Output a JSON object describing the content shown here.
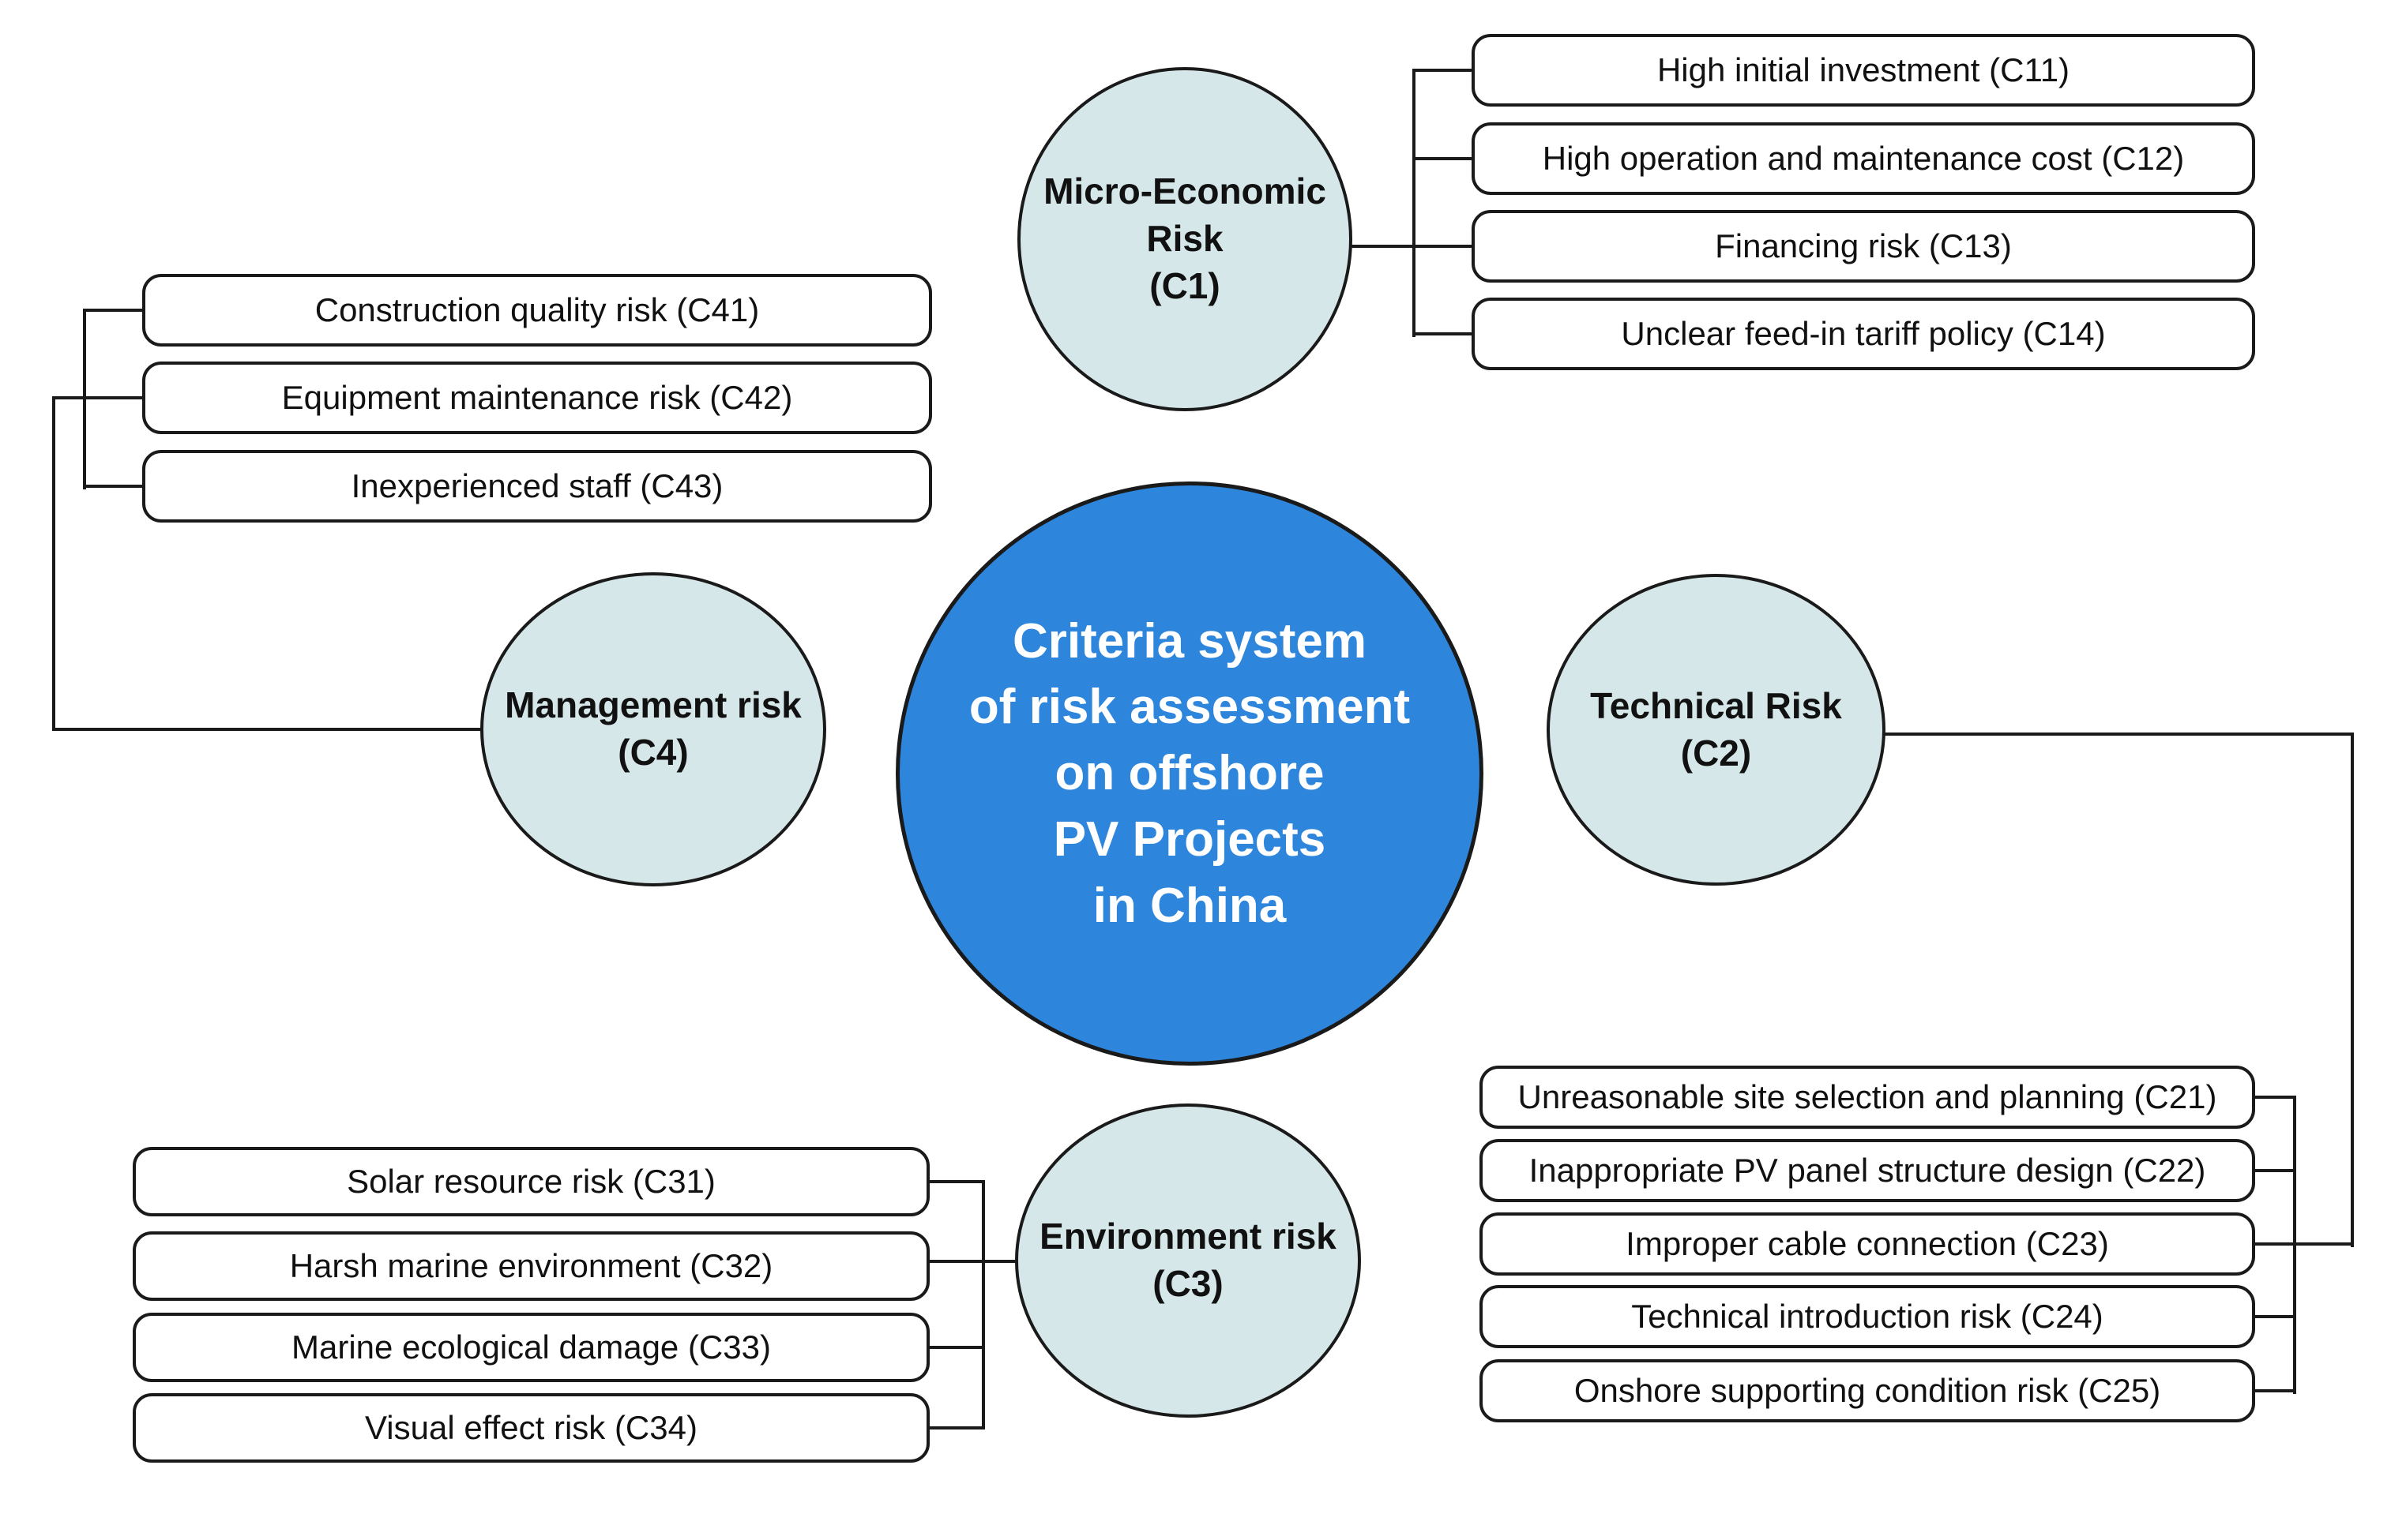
{
  "title": "Criteria system of risk assessment on offshore PV Projects in China",
  "colors": {
    "bg": "#ffffff",
    "center_fill": "#2e86dc",
    "center_text": "#ffffff",
    "node_fill": "#d6e7e9",
    "box_fill": "#ffffff",
    "line_color": "#1a1a1a",
    "text_color": "#111111"
  },
  "center": {
    "lines": [
      "Criteria system",
      "of risk assessment",
      "on offshore",
      "PV Projects",
      "in China"
    ]
  },
  "categories": {
    "c1": {
      "name_lines": [
        "Micro-Economic",
        "Risk",
        "(C1)"
      ],
      "items": [
        {
          "label": "High initial investment (C11)"
        },
        {
          "label": "High operation and maintenance cost (C12)"
        },
        {
          "label": "Financing risk (C13)"
        },
        {
          "label": "Unclear feed-in tariff policy (C14)"
        }
      ]
    },
    "c2": {
      "name_lines": [
        "Technical Risk",
        "(C2)"
      ],
      "items": [
        {
          "label": "Unreasonable site selection and planning (C21)"
        },
        {
          "label": "Inappropriate PV panel structure design (C22)"
        },
        {
          "label": "Improper cable connection (C23)"
        },
        {
          "label": "Technical introduction risk (C24)"
        },
        {
          "label": "Onshore supporting condition risk (C25)"
        }
      ]
    },
    "c3": {
      "name_lines": [
        "Environment risk",
        "(C3)"
      ],
      "items": [
        {
          "label": "Solar resource risk (C31)"
        },
        {
          "label": "Harsh marine environment (C32)"
        },
        {
          "label": "Marine ecological damage (C33)"
        },
        {
          "label": "Visual effect risk (C34)"
        }
      ]
    },
    "c4": {
      "name_lines": [
        "Management risk",
        "(C4)"
      ],
      "items": [
        {
          "label": "Construction quality risk (C41)"
        },
        {
          "label": "Equipment maintenance risk (C42)"
        },
        {
          "label": "Inexperienced staff (C43)"
        }
      ]
    }
  }
}
